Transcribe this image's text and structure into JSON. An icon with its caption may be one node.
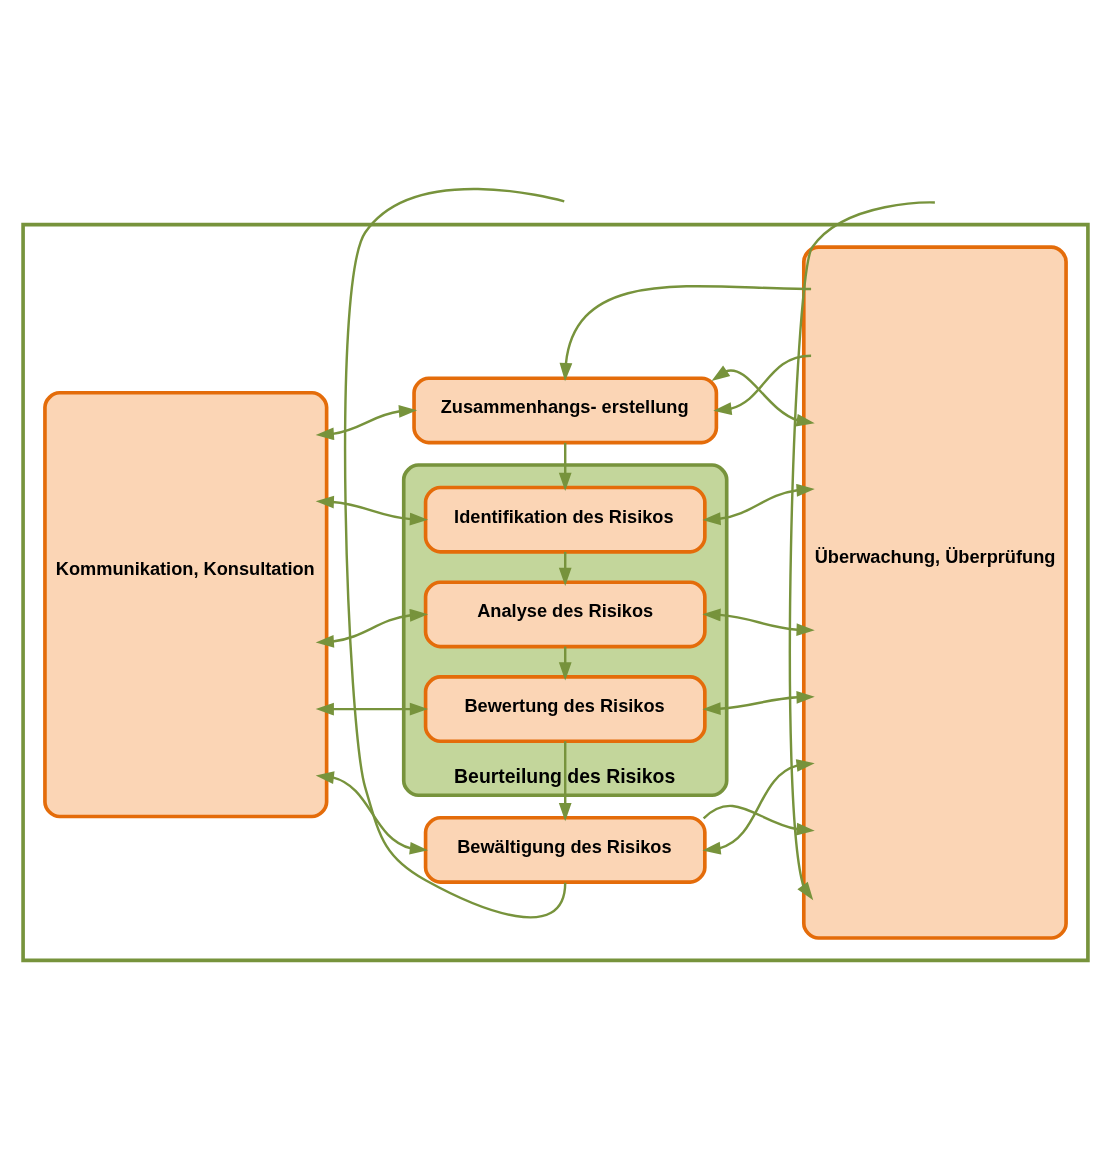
{
  "diagram": {
    "nodes": [
      {
        "text": [],
        "shape": "box"
      },
      {
        "text": [
          "Kommunikation, Konsultation"
        ],
        "in": 0
      },
      {
        "text": [
          "Zusammenhangs- erstellung"
        ],
        "in": 0
      },
      {
        "text": [
          "Beurteilung des Risikos"
        ],
        "in": 0
      },
      {
        "text": [
          "Identifikation des Risikos"
        ],
        "in": 3
      },
      {
        "text": [
          "Analyse des Risikos"
        ],
        "in": 3
      },
      {
        "text": [
          "Bewertung des Risikos"
        ],
        "in": 3
      },
      {
        "text": [
          "Bewältigung des Risikos"
        ],
        "in": 0
      },
      {
        "text": [
          "Überwachung, Überprüfung"
        ],
        "in": 0
      }
    ],
    "edges": [
      {
        "from": 8,
        "to": 2,
        "arrow": "to"
      },
      {
        "from": 8,
        "to": 2,
        "arrow": "to"
      },
      {
        "from": 2,
        "to": 8,
        "arrow": "both"
      },
      {
        "from": 1,
        "to": 2,
        "arrow": "both"
      },
      {
        "from": 2,
        "to": 4,
        "arrow": "to"
      },
      {
        "from": 1,
        "to": 4,
        "arrow": "both"
      },
      {
        "from": 4,
        "to": 8,
        "arrow": "both"
      },
      {
        "from": 4,
        "to": 5,
        "arrow": "to"
      },
      {
        "from": 1,
        "to": 5,
        "arrow": "both"
      },
      {
        "from": 5,
        "to": 8,
        "arrow": "both"
      },
      {
        "from": 5,
        "to": 6,
        "arrow": "to"
      },
      {
        "from": 1,
        "to": 6,
        "arrow": "both"
      },
      {
        "from": 6,
        "to": 8,
        "arrow": "both"
      },
      {
        "from": 6,
        "to": 7,
        "arrow": "to"
      },
      {
        "from": 1,
        "to": 7,
        "arrow": "both"
      },
      {
        "from": 7,
        "to": 8,
        "arrow": "both"
      },
      {
        "from": 7,
        "to": 8,
        "arrow": "to"
      },
      {
        "from": 7,
        "to": null,
        "arrow": "none"
      },
      {
        "from": null,
        "to": 8,
        "arrow": "to"
      }
    ]
  }
}
